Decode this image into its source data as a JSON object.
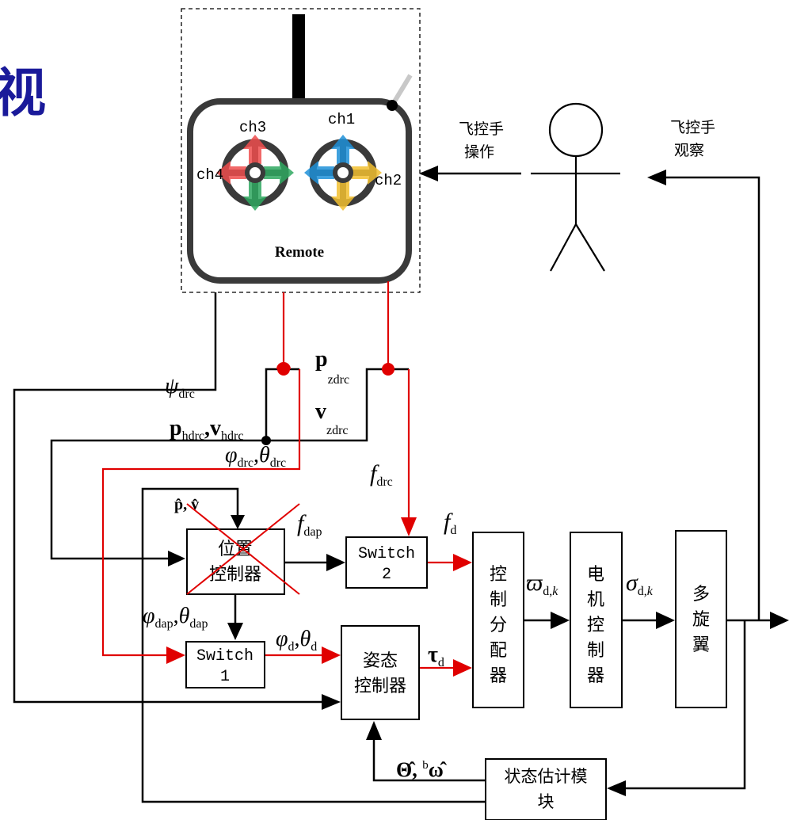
{
  "header": {
    "title_fragment": "视"
  },
  "colors": {
    "black": "#000000",
    "red": "#e00000",
    "title": "#1a1a9a"
  },
  "remote": {
    "label": "Remote",
    "channels": {
      "ch1": "ch1",
      "ch2": "ch2",
      "ch3": "ch3",
      "ch4": "ch4"
    }
  },
  "pilot": {
    "operate_line1": "飞控手",
    "operate_line2": "操作",
    "observe_line1": "飞控手",
    "observe_line2": "观察"
  },
  "blocks": {
    "position_controller": [
      "位置",
      "控制器"
    ],
    "switch1": [
      "Switch",
      "1"
    ],
    "switch2": [
      "Switch",
      "2"
    ],
    "attitude_controller": [
      "姿态",
      "控制器"
    ],
    "control_allocator": [
      "控",
      "制",
      "分",
      "配",
      "器"
    ],
    "motor_controller": [
      "电",
      "机",
      "控",
      "制",
      "器"
    ],
    "multirotor": [
      "多",
      "旋",
      "翼"
    ],
    "state_estimator": [
      "状态估计模",
      "块"
    ]
  },
  "signals": {
    "psi_drc": {
      "main": "ψ",
      "sub": "drc"
    },
    "p_zdrc": {
      "main": "p",
      "sub": "zdrc"
    },
    "v_zdrc": {
      "main": "v",
      "sub": "zdrc"
    },
    "pv_hdrc": {
      "a": "p",
      "a_sub": "hdrc",
      "sep": ",",
      "b": "v",
      "b_sub": "hdrc"
    },
    "phitheta_drc": {
      "a": "φ",
      "a_sub": "drc",
      "sep": ",",
      "b": "θ",
      "b_sub": "drc"
    },
    "f_drc": {
      "main": "f",
      "sub": "drc"
    },
    "p_v_hat": "p̂, v̂",
    "f_dap": {
      "main": "f",
      "sub": "dap"
    },
    "f_d": {
      "main": "f",
      "sub": "d"
    },
    "phitheta_dap": {
      "a": "φ",
      "a_sub": "dap",
      "sep": ",",
      "b": "θ",
      "b_sub": "dap"
    },
    "phitheta_d": {
      "a": "φ",
      "a_sub": "d",
      "sep": ",",
      "b": "θ",
      "b_sub": "d"
    },
    "tau_d": {
      "main": "τ",
      "sub": "d"
    },
    "varpi_dk": {
      "main": "ϖ",
      "sub": "d,",
      "sub_k": "k"
    },
    "sigma_dk": {
      "main": "σ",
      "sub": "d,",
      "sub_k": "k"
    },
    "theta_omega_hat": {
      "a": "Θ̂",
      "sep": ", ",
      "sup": "b",
      "b": "ω̂"
    }
  }
}
